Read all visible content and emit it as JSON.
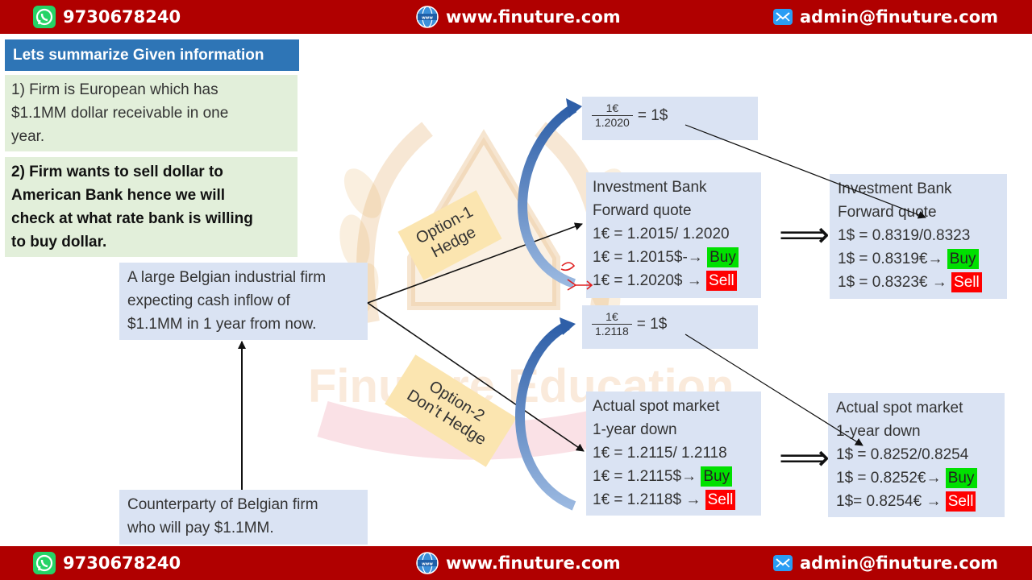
{
  "header": {
    "phone": "9730678240",
    "website": "www.finuture.com",
    "email": "admin@finuture.com",
    "icons": {
      "phone": "whatsapp-icon",
      "website": "globe-icon",
      "email": "mail-icon"
    },
    "bar_color": "#b00000"
  },
  "footer": {
    "phone": "9730678240",
    "website": "www.finuture.com",
    "email": "admin@finuture.com"
  },
  "watermark": {
    "text": "Finuture Education"
  },
  "summary": {
    "heading": "Lets summarize Given information",
    "point1": [
      "1) Firm is European which has",
      "$1.1MM dollar receivable in one",
      "year."
    ],
    "point2": [
      "2) Firm wants to sell dollar to",
      "American Bank hence we will",
      "check at what rate bank is willing",
      "to buy dollar."
    ]
  },
  "firm_box": [
    "A large Belgian industrial firm",
    "expecting cash inflow of",
    "$1.1MM in 1 year from now."
  ],
  "counterparty_box": [
    "Counterparty of Belgian firm",
    "who will pay $1.1MM."
  ],
  "option1": [
    "Option-1",
    "Hedge"
  ],
  "option2": [
    "Option-2",
    "Don’t Hedge"
  ],
  "fraction1": {
    "numerator": "1€",
    "denominator": "1.2020",
    "rhs": "= 1$"
  },
  "fraction2": {
    "numerator": "1€",
    "denominator": "1.2118",
    "rhs": "= 1$"
  },
  "forward_quote": {
    "line1": "Investment Bank",
    "line2": "Forward quote",
    "line3": "1€ = 1.2015/ 1.2020",
    "buy_line": "1€ = 1.2015$-→",
    "buy_tag": "Buy",
    "sell_line": "1€ = 1.2020$ →",
    "sell_tag": "Sell"
  },
  "forward_quote_inverted": {
    "line1": "Investment Bank",
    "line2": "Forward quote",
    "line3": "1$ = 0.8319/0.8323",
    "buy_line": "1$ = 0.8319€→",
    "buy_tag": "Buy",
    "sell_line": "1$ = 0.8323€ →",
    "sell_tag": "Sell"
  },
  "spot_market": {
    "line1": "Actual spot market",
    "line2": "1-year down",
    "line3": "1€ = 1.2115/ 1.2118",
    "buy_line": "1€ = 1.2115$→",
    "buy_tag": "Buy",
    "sell_line": "1€ = 1.2118$ →",
    "sell_tag": "Sell"
  },
  "spot_market_inverted": {
    "line1": "Actual spot market",
    "line2": "1-year down",
    "line3": "1$ = 0.8252/0.8254",
    "buy_line": "1$ = 0.8252€→",
    "buy_tag": "Buy",
    "sell_line": "1$= 0.8254€ →",
    "sell_tag": "Sell"
  },
  "implies_symbol": "⟹",
  "colors": {
    "summary_heading": "#2e75b6",
    "green_box": "#e2efda",
    "blue_box": "#dae3f3",
    "option_box": "#fbe5b0",
    "buy": "#00e000",
    "sell": "#ff0000"
  }
}
